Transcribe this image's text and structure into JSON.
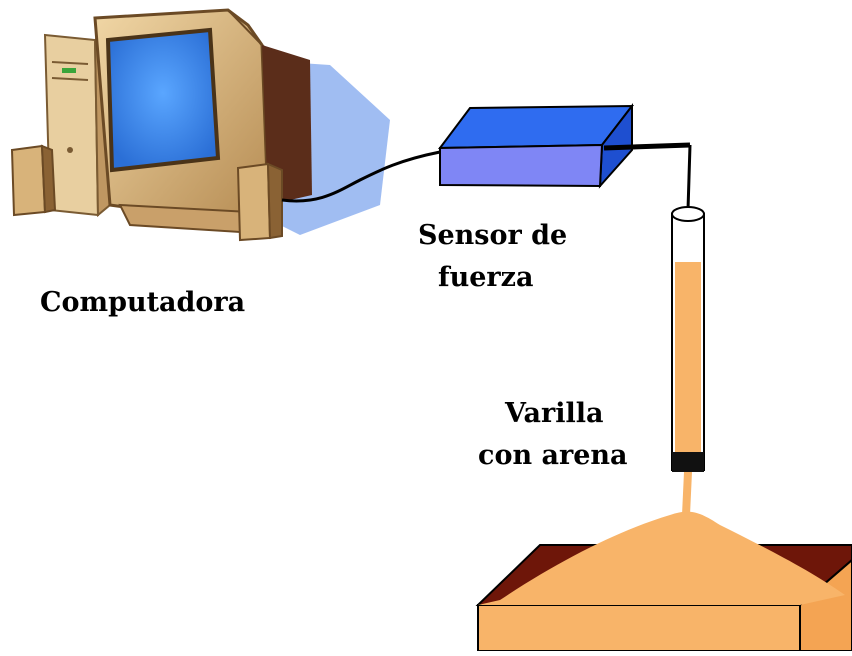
{
  "labels": {
    "computer": "Computadora",
    "sensor_line1": "Sensor de",
    "sensor_line2": "fuerza",
    "rod_line1": "Varilla",
    "rod_line2": "con arena"
  },
  "icons": [
    "computer-icon",
    "speaker-icon",
    "force-sensor-box",
    "rod-tube",
    "sand-box"
  ],
  "colors": {
    "sensor_blue": "#3f7df2",
    "sand": "#f8b469",
    "box_dark": "#6e1609",
    "monitor_screen": "#3a8ff2",
    "computer_beige": "#d8b37a"
  }
}
